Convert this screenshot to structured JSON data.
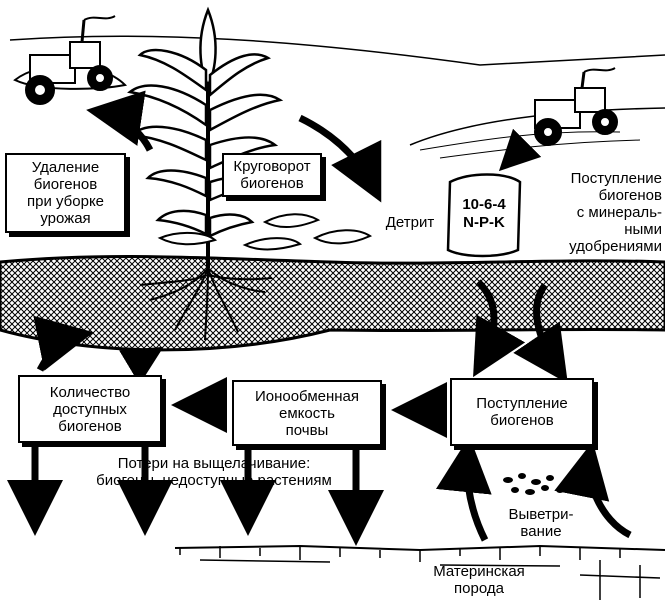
{
  "labels": {
    "removal": "Удаление\nбиогенов\nпри уборке\nурожая",
    "cycle": "Круговорот\nбиогенов",
    "detritus": "Детрит",
    "input_fertilizer": "Поступление\nбиогенов\nс минераль-\nными\nудобрениями",
    "fertilizer_bag": "10-6-4\nN-P-K",
    "available": "Количество\nдоступных\nбиогенов",
    "exchange": "Ионообменная\nемкость\nпочвы",
    "input_nutrients": "Поступление\nбиогенов",
    "leaching": "Потери на выщелачивание:\nбиогены, недоступные растениям",
    "weathering": "Выветри-\nвание",
    "bedrock": "Материнская\nпорода"
  },
  "colors": {
    "ink": "#000000",
    "paper": "#ffffff"
  }
}
